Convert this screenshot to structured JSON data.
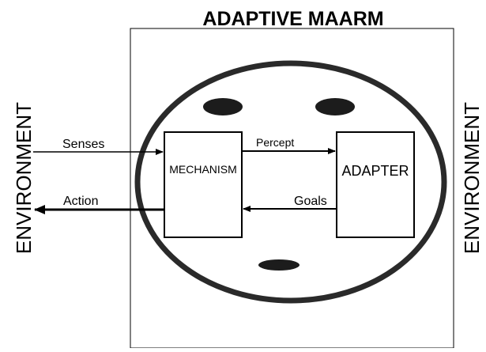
{
  "diagram": {
    "title": "ADAPTIVE MAARM",
    "environment_left": "ENVIRONMENT",
    "environment_right": "ENVIRONMENT",
    "mechanism_label": "MECHANISM",
    "adapter_label": "ADAPTER",
    "senses_label": "Senses",
    "action_label": "Action",
    "percept_label": "Percept",
    "goals_label": "Goals"
  }
}
